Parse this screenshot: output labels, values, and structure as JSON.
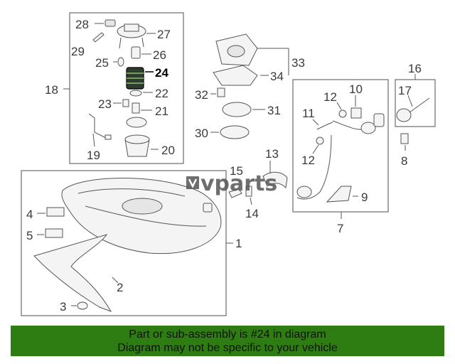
{
  "colors": {
    "banner_bg": "#2e7d12",
    "highlight": "#000000",
    "linework": "#555555"
  },
  "watermark": {
    "text": "vparts"
  },
  "highlighted_part": "24",
  "callouts": {
    "n1": "1",
    "n2": "2",
    "n3": "3",
    "n4": "4",
    "n5": "5",
    "n7": "7",
    "n8": "8",
    "n9": "9",
    "n10": "10",
    "n11": "11",
    "n12a": "12",
    "n12b": "12",
    "n13": "13",
    "n14": "14",
    "n15": "15",
    "n16": "16",
    "n17": "17",
    "n18": "18",
    "n19": "19",
    "n20": "20",
    "n21": "21",
    "n22": "22",
    "n23": "23",
    "n24": "24",
    "n25": "25",
    "n26": "26",
    "n27": "27",
    "n28": "28",
    "n29": "29",
    "n30": "30",
    "n31": "31",
    "n32": "32",
    "n33": "33",
    "n34": "34"
  },
  "banner": {
    "line1": "Part or sub-assembly is #24 in diagram",
    "line2": "Diagram may not be specific to your vehicle"
  }
}
